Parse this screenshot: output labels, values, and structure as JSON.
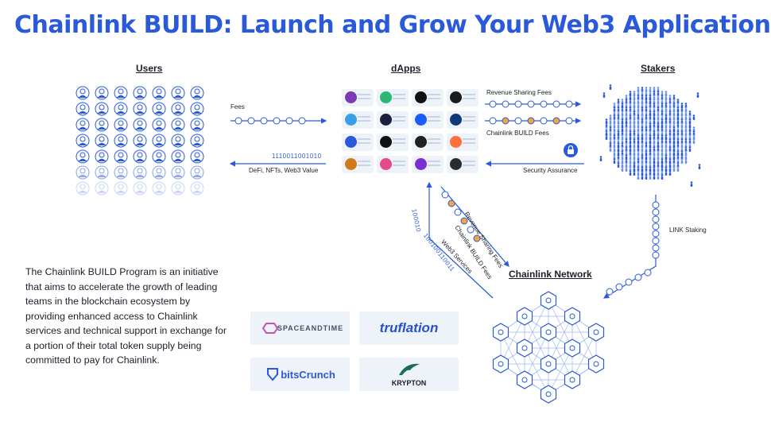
{
  "title": "Chainlink BUILD: Launch and Grow Your Web3 Application",
  "sections": {
    "users": "Users",
    "dapps": "dApps",
    "stakers": "Stakers",
    "network": "Chainlink Network"
  },
  "flows": {
    "fees": "Fees",
    "value": "DeFi, NFTs, Web3 Value",
    "value_bits": "1110011001010",
    "revenue_sharing_fees": "Revenue Sharing Fees",
    "build_fees": "Chainlink BUILD Fees",
    "security_assurance": "Security Assurance",
    "link_staking": "LINK Staking",
    "diag_revenue_sharing_fees": "Revenue Sharing Fees",
    "diag_build_fees": "Chainlink BUILD Fees",
    "web3_services": "Web3 Services",
    "service_bits_1": "100010",
    "service_bits_2": "100100110011"
  },
  "description": "The Chainlink BUILD Program is an initiative that aims to accelerate the growth of leading teams in the blockchain ecosystem by providing enhanced access to Chainlink services and technical support in exchange for a portion of their total token supply being committed to pay for Chainlink.",
  "partners": [
    {
      "name": "SPACEANDTIME"
    },
    {
      "name": "truflation"
    },
    {
      "name": "bitsCrunch"
    },
    {
      "name": "KRYPTON"
    }
  ],
  "colors": {
    "brand_blue": "#2a5ada",
    "light_blue": "#9db5ef",
    "card_bg": "#eef2f9"
  },
  "icons": [
    "user-icon",
    "coin-icon",
    "lock-icon",
    "staker-icon",
    "network-node-icon",
    "arrow-icon"
  ]
}
